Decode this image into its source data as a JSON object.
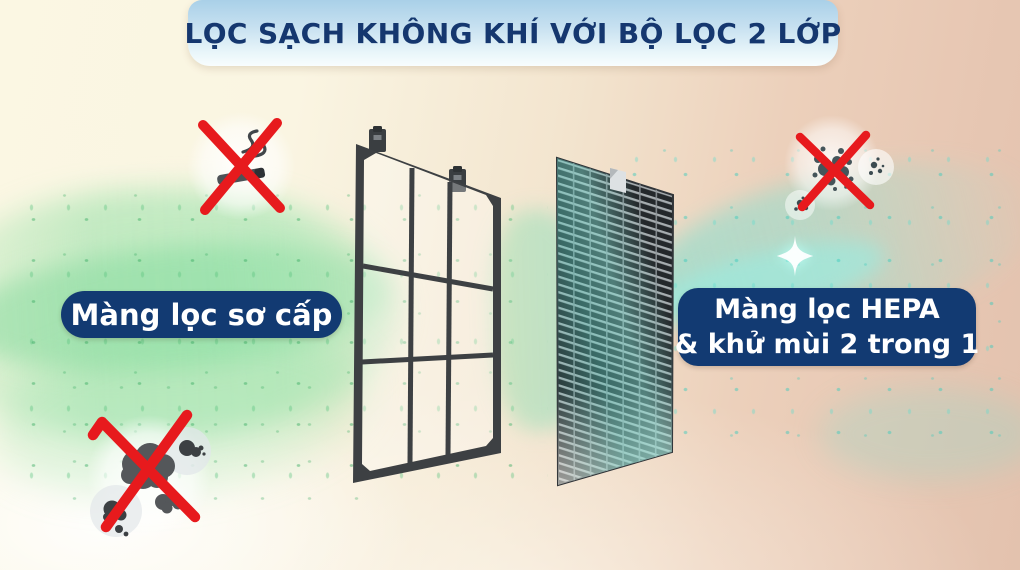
{
  "banner": {
    "title": "LỌC SẠCH KHÔNG KHÍ VỚI BỘ LỌC 2 LỚP"
  },
  "labels": {
    "pre_filter": "Màng lọc sơ cấp",
    "hepa_line1": "Màng lọc HEPA",
    "hepa_line2": "& khử mùi 2 trong 1"
  },
  "icons": {
    "left_top": "crossed-out-cigarette-smoke",
    "left_bottom": "crossed-out-dust-clouds",
    "right_top": "crossed-out-bacteria-particles",
    "sparkle": "clean-air-sparkle"
  },
  "colors": {
    "badge_navy": "#123A72",
    "title_text_navy": "#15376F",
    "banner_blue": "#A9D0E8",
    "cross_red": "#E71A1D",
    "dirty_flow_green": "#8EDFA8",
    "clean_flow_teal": "#6FE0D0",
    "filter_frame_gray": "#3D4043",
    "bg_cream": "#FBF7E3",
    "bg_peach": "#E3C2AE"
  }
}
